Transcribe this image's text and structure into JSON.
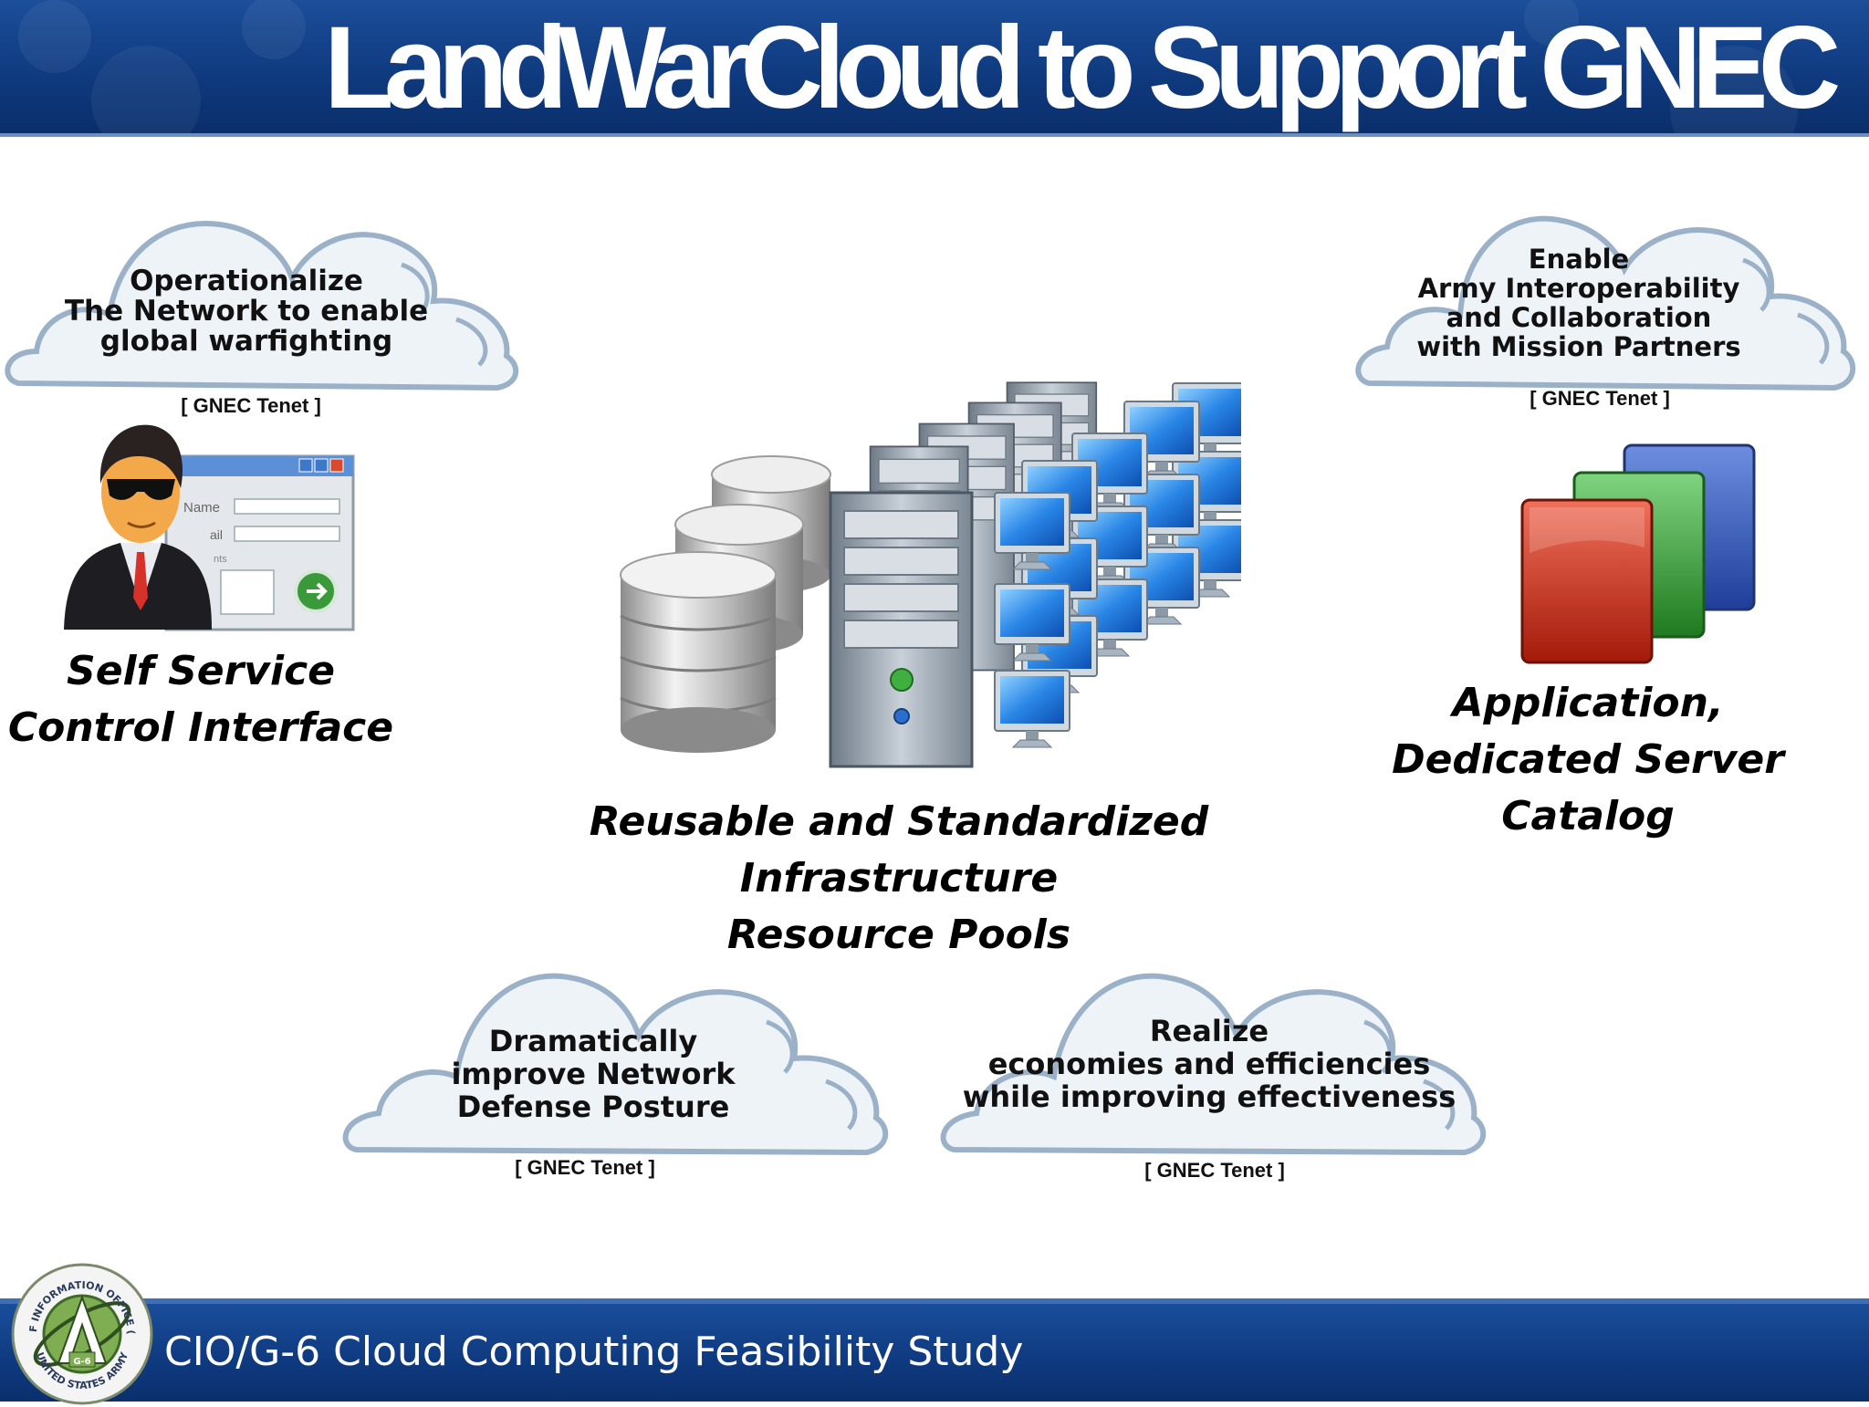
{
  "slide": {
    "title": "LandWarCloud to Support GNEC",
    "footer": "CIO/G-6 Cloud Computing Feasibility Study"
  },
  "tenets": [
    {
      "lines": [
        "Operationalize",
        "The Network to enable",
        "global warfighting"
      ],
      "tag": "[ GNEC Tenet ]"
    },
    {
      "lines": [
        "Enable",
        "Army Interoperability",
        "and Collaboration",
        "with Mission Partners"
      ],
      "tag": "[ GNEC Tenet ]"
    },
    {
      "lines": [
        "Dramatically",
        "improve Network",
        "Defense Posture"
      ],
      "tag": "[ GNEC Tenet ]"
    },
    {
      "lines": [
        "Realize",
        "economies and efficiencies",
        "while improving effectiveness"
      ],
      "tag": "[ GNEC Tenet ]"
    }
  ],
  "captions": {
    "self_service": [
      "Self Service",
      "Control Interface"
    ],
    "infrastructure": [
      "Reusable and Standardized",
      "Infrastructure",
      "Resource Pools"
    ],
    "catalog": [
      "Application,",
      "Dedicated Server",
      "Catalog"
    ]
  },
  "form_labels": {
    "name": "Name",
    "email": "ail",
    "comments": "nts"
  },
  "seal": {
    "text_top": "CHIEF INFORMATION OFFICE (CIO)",
    "text_bottom": "UNITED STATES ARMY",
    "center": "G-6"
  },
  "colors": {
    "header": "#0f3a7f",
    "footer": "#0f3a80",
    "cloud_fill": "#eef3f8",
    "cloud_stroke": "#9ab1c8"
  }
}
